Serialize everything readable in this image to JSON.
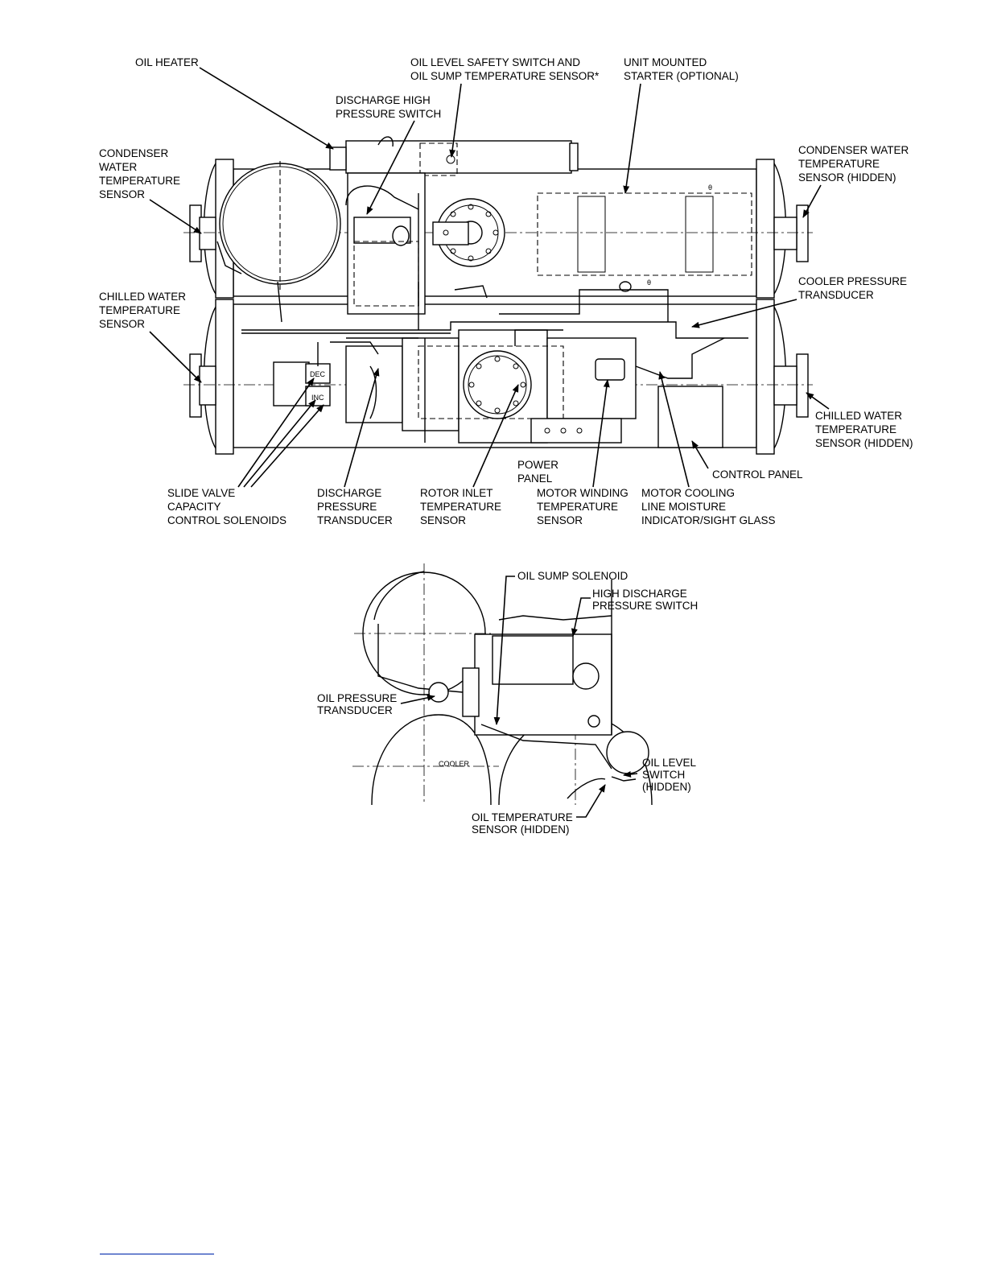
{
  "main_figure": {
    "labels": {
      "oil_heater": [
        "OIL HEATER"
      ],
      "oil_level_safety": [
        "OIL LEVEL SAFETY SWITCH AND",
        "OIL SUMP TEMPERATURE SENSOR*"
      ],
      "unit_starter": [
        "UNIT MOUNTED",
        "STARTER (OPTIONAL)"
      ],
      "discharge_high_switch": [
        "DISCHARGE HIGH",
        "PRESSURE SWITCH"
      ],
      "condenser_water_sensor": [
        "CONDENSER",
        "WATER",
        "TEMPERATURE",
        "SENSOR"
      ],
      "condenser_water_sensor_hidden": [
        "CONDENSER WATER",
        "TEMPERATURE",
        "SENSOR (HIDDEN)"
      ],
      "cooler_pressure": [
        "COOLER PRESSURE",
        "TRANSDUCER"
      ],
      "chilled_water_sensor": [
        "CHILLED WATER",
        "TEMPERATURE",
        "SENSOR"
      ],
      "chilled_water_sensor_hidden": [
        "CHILLED WATER",
        "TEMPERATURE",
        "SENSOR (HIDDEN)"
      ],
      "power_panel": [
        "POWER",
        "PANEL"
      ],
      "control_panel": [
        "CONTROL PANEL"
      ],
      "slide_valve": [
        "SLIDE VALVE",
        "CAPACITY",
        "CONTROL SOLENOIDS"
      ],
      "discharge_pressure": [
        "DISCHARGE",
        "PRESSURE",
        "TRANSDUCER"
      ],
      "rotor_inlet": [
        "ROTOR INLET",
        "TEMPERATURE",
        "SENSOR"
      ],
      "motor_winding": [
        "MOTOR WINDING",
        "TEMPERATURE",
        "SENSOR"
      ],
      "motor_cooling": [
        "MOTOR COOLING",
        "LINE MOISTURE",
        "INDICATOR/SIGHT GLASS"
      ]
    },
    "tags": {
      "dec": "DEC",
      "inc": "INC"
    }
  },
  "detail_figure": {
    "labels": {
      "oil_sump_solenoid": [
        "OIL SUMP SOLENOID"
      ],
      "high_discharge_switch": [
        "HIGH DISCHARGE",
        "PRESSURE SWITCH"
      ],
      "oil_pressure": [
        "OIL PRESSURE",
        "TRANSDUCER"
      ],
      "oil_level_switch": [
        "OIL LEVEL",
        "SWITCH",
        "(HIDDEN)"
      ],
      "oil_temperature": [
        "OIL TEMPERATURE",
        "SENSOR (HIDDEN)"
      ]
    },
    "tags": {
      "cooler": "COOLER"
    }
  }
}
